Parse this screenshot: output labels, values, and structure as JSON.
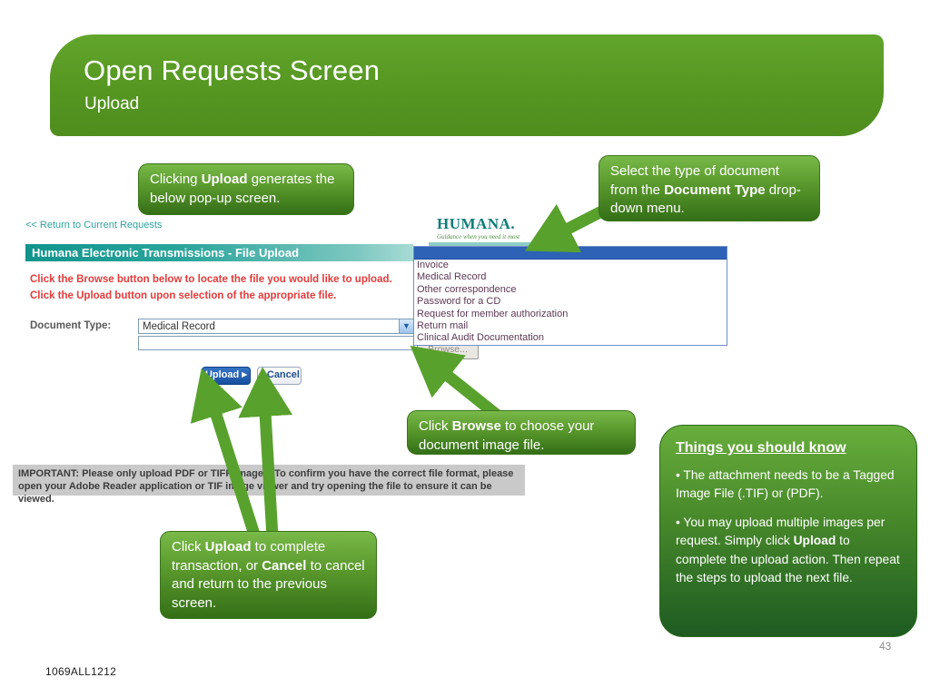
{
  "header": {
    "title": "Open Requests Screen",
    "subtitle": "Upload"
  },
  "callouts": {
    "upload_popup": {
      "t1": "Clicking ",
      "b1": "Upload",
      "t2": " generates the below pop-up screen."
    },
    "doc_type": {
      "t1": "Select the type of document from the ",
      "b1": "Document Type",
      "t2": " drop-down menu."
    },
    "browse": {
      "t1": "Click ",
      "b1": "Browse",
      "t2": " to choose your document image file."
    },
    "upload_cancel": {
      "t1": "Click ",
      "b1": "Upload",
      "t2": " to complete transaction, or ",
      "b2": "Cancel",
      "t3": " to cancel and return to the previous screen."
    }
  },
  "things_box": {
    "title": "Things you should know",
    "bullet1": "• The attachment needs to be a Tagged Image File (.TIF) or (PDF).",
    "bullet2_t1": "• You may upload multiple images per request. Simply click ",
    "bullet2_b1": "Upload",
    "bullet2_t2": " to complete the upload action. Then repeat the steps to upload the next file."
  },
  "popup": {
    "return_link": "<< Return to Current Requests",
    "logo_word": "HUMANA.",
    "logo_tagline": "Guidance when you need it most",
    "title_bar": "Humana Electronic Transmissions - File Upload",
    "instruction1": "Click the Browse button below to locate the file you would like to upload.",
    "instruction2": "Click the Upload button upon selection of the appropriate file.",
    "document_type_label": "Document Type:",
    "document_type_value": "Medical Record",
    "file_input_value": "",
    "browse_label": "Browse...",
    "upload_label": "Upload",
    "cancel_label": "Cancel",
    "dropdown_options": [
      "Invoice",
      "Medical Record",
      "Other correspondence",
      "Password for a CD",
      "Request for member authorization",
      "Return mail",
      "Clinical Audit Documentation"
    ],
    "important_note": "IMPORTANT: Please only upload PDF or TIFF images. To confirm you have the correct file format, please open your Adobe Reader application or TIF image viewer and try opening the file to ensure it can be viewed."
  },
  "footer": {
    "code": "1069ALL1212",
    "page_number": "43"
  },
  "colors": {
    "slide_green": "#559621",
    "callout_green_top": "#79b948",
    "callout_green_bottom": "#346f17",
    "teal_bar_left": "#0f948c",
    "teal_bar_right": "#a8dbd5",
    "selected_row_blue": "#2d62b7",
    "red_text": "#e23b3b",
    "arrow_green": "#58a12d"
  }
}
